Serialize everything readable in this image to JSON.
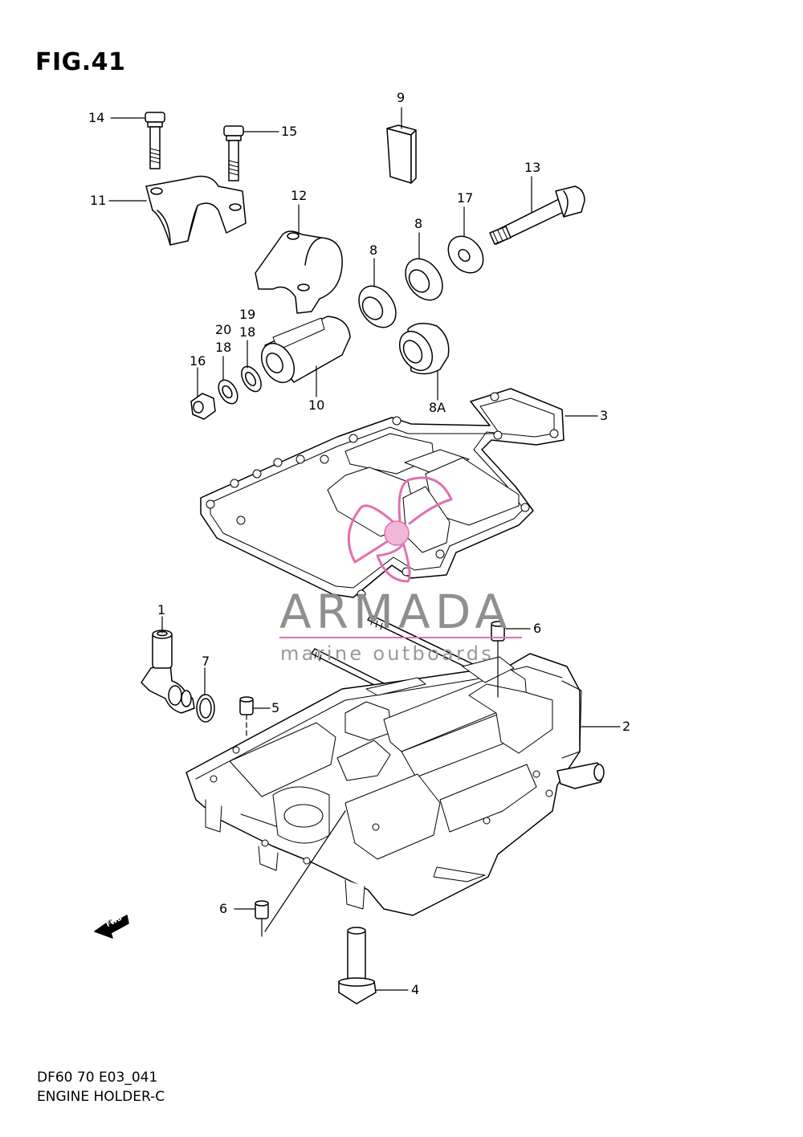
{
  "figure": {
    "title": "FIG.41"
  },
  "callouts": {
    "c1": "1",
    "c2": "2",
    "c3": "3",
    "c4": "4",
    "c5": "5",
    "c6a": "6",
    "c6b": "6",
    "c7": "7",
    "c8a": "8",
    "c8b": "8",
    "c8A": "8A",
    "c9": "9",
    "c10": "10",
    "c11": "11",
    "c12": "12",
    "c13": "13",
    "c14": "14",
    "c15": "15",
    "c16": "16",
    "c17": "17",
    "c18a": "18",
    "c18b": "18",
    "c19": "19",
    "c20": "20"
  },
  "orientation": {
    "fwd_label": "FWD"
  },
  "watermark": {
    "brand": "ARMADA",
    "tagline": "marine outboards",
    "accent_color": "#e070b0"
  },
  "footer": {
    "model_code": "DF60 70 E03_041",
    "part_group": "ENGINE HOLDER-C"
  }
}
